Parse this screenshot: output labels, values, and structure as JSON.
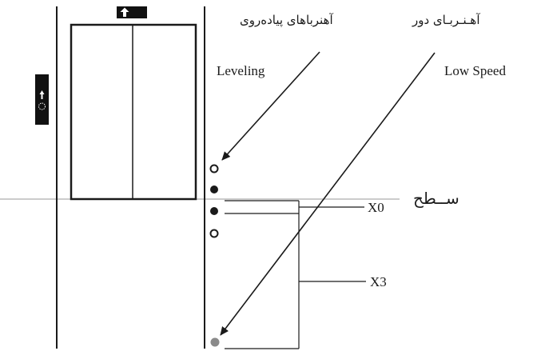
{
  "labels": {
    "magnets_leveling_fa": "آهنرباهای پیاده‌روی",
    "magnets_slowdown_fa": "آهـنـربـای دور",
    "leveling": "Leveling",
    "low_speed": "Low Speed",
    "floor_level_fa": "ســطح",
    "x0": "X0",
    "x3": "X3"
  },
  "colors": {
    "line": "#1a1a1a",
    "guide": "#9a9a9a",
    "marker_grey": "#8a8a8a",
    "panel": "#111111"
  },
  "icons": {
    "car_top_arrow": "up-arrow-icon",
    "hall_panel_arrow": "up-arrow-icon",
    "hall_panel_button": "call-button-icon"
  }
}
